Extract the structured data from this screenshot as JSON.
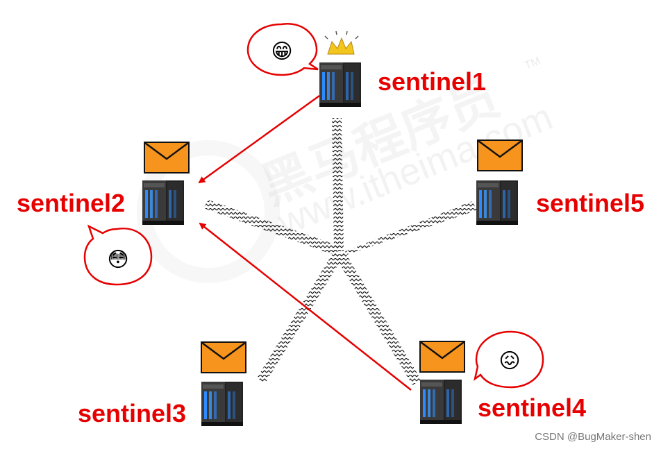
{
  "nodes": [
    {
      "id": "sentinel1",
      "label": "sentinel1",
      "mail": false,
      "crown": true,
      "emoji": "😁"
    },
    {
      "id": "sentinel2",
      "label": "sentinel2",
      "mail": true,
      "crown": false,
      "emoji": "😳"
    },
    {
      "id": "sentinel3",
      "label": "sentinel3",
      "mail": true,
      "crown": false,
      "emoji": null
    },
    {
      "id": "sentinel4",
      "label": "sentinel4",
      "mail": true,
      "crown": false,
      "emoji": "😖"
    },
    {
      "id": "sentinel5",
      "label": "sentinel5",
      "mail": true,
      "crown": false,
      "emoji": null
    }
  ],
  "edges": [
    {
      "from": "sentinel1",
      "to": "sentinel2",
      "kind": "vote-arrow"
    },
    {
      "from": "sentinel4",
      "to": "sentinel2",
      "kind": "vote-arrow"
    }
  ],
  "watermark": {
    "brand": "黑马程序员",
    "site": "www.itheima.com",
    "tm": "TM"
  },
  "credit": "CSDN @BugMaker-shen",
  "colors": {
    "label": "#e60000",
    "arrow": "#e60000",
    "mail": "#f7941d",
    "server": "#2f2f2f",
    "led": "#2e8bff",
    "crown": "#f2c61f"
  }
}
